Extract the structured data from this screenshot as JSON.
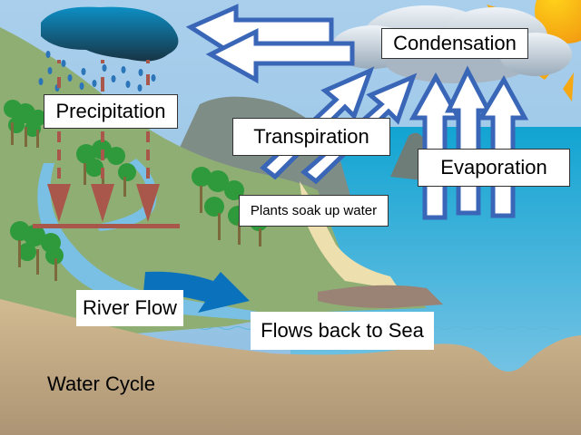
{
  "diagram": {
    "title": "Water Cycle",
    "labels": {
      "precipitation": "Precipitation",
      "condensation": "Condensation",
      "transpiration": "Transpiration",
      "evaporation": "Evaporation",
      "plants": "Plants soak up water",
      "river_flow": "River Flow",
      "flows_back": "Flows back to Sea"
    },
    "colors": {
      "sky": "#9cc6e6",
      "sea": "#2aa8d4",
      "land_green": "#8fae74",
      "sand": "#c8ab84",
      "arrow_border": "#3a66b8",
      "arrow_fill": "#ffffff",
      "rain_arrow": "#a8574a",
      "river_arrow": "#0a72bd",
      "storm_cloud": "#1a4f6e",
      "sun": "#f7b500"
    }
  }
}
